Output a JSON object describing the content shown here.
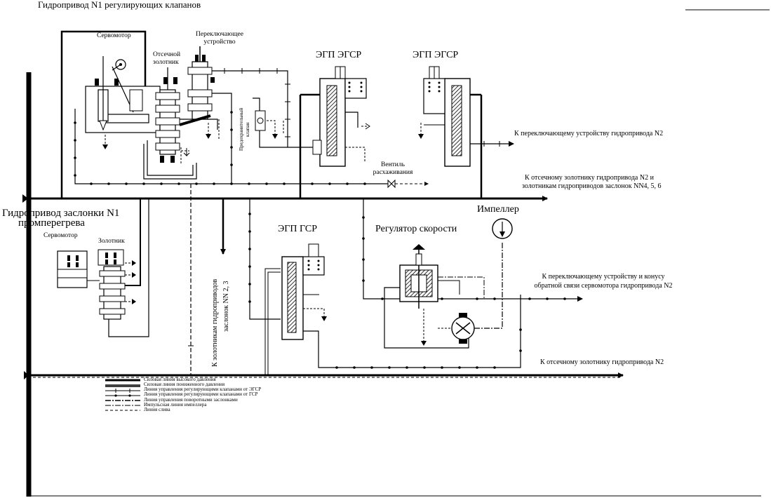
{
  "header": {
    "title": "Гидропривод N1 регулирующих клапанов"
  },
  "units": {
    "servomotor_top": "Сервомотор",
    "switching_device": [
      "Переключающее",
      "устройство"
    ],
    "cutoff_spool": [
      "Отсечной",
      "золотник"
    ],
    "egp_egsr_1": "ЭГП ЭГСР",
    "egp_egsr_2": "ЭГП ЭГСР",
    "safety_valve": [
      "Предохранительный",
      "клапан"
    ],
    "vent_valve": [
      "Вентиль",
      "расхаживания"
    ],
    "damper_drive": [
      "Гидропривод заслонки N1",
      "промперегрева"
    ],
    "servomotor_left": "Сервомотор",
    "spool_left": "Золотник",
    "egp_gsr": "ЭГП ГСР",
    "speed_regulator": "Регулятор скорости",
    "impeller": "Импеллер"
  },
  "destinations": {
    "to_switch_n2": "К переключающему устройству гидропривода N2",
    "to_cutoff_n2_dampers": [
      "К отсечному золотнику  гидропривода N2 и",
      "золотникам гидроприводов заслонок NN4, 5, 6"
    ],
    "to_switch_n2_cone": [
      "К переключающему устройству  и конусу",
      "обратной связи  сервомотора  гидропривода N2"
    ],
    "to_cutoff_n2": "К отсечному золотнику  гидропривода N2",
    "to_damper_spools": [
      "К  золотникам гидроприводов",
      "заслонок NN 2, 3"
    ]
  },
  "legend": [
    "Силовая линия высокого  давления",
    "Силовая линия пониженного давления",
    "Линия управления регулирующими клапанами от ЭГСР",
    "Линия управления регулирующими клапанами от ГСР",
    "Линия управления поворотными заслонками",
    "Импульсная линия импеллера",
    "Линия слива"
  ]
}
